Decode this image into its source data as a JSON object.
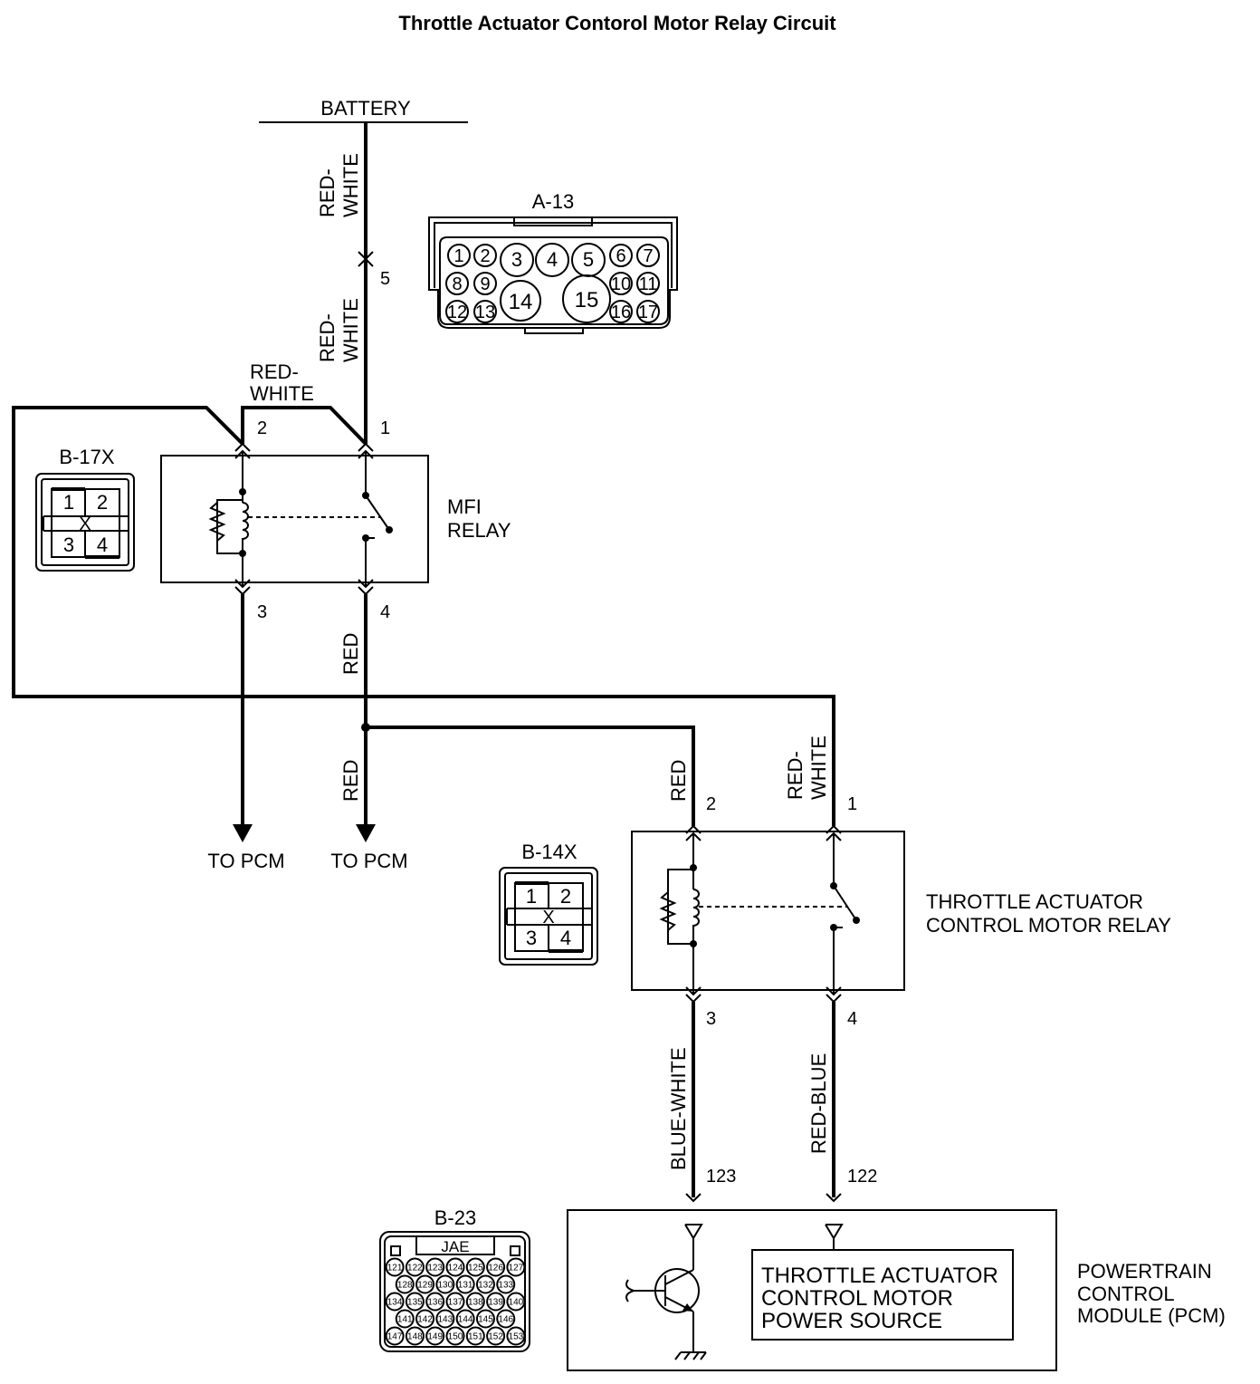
{
  "title": "Throttle Actuator Contorol Motor Relay Circuit",
  "battery_label": "BATTERY",
  "wire_colors": {
    "red_white": [
      "RED-",
      "WHITE"
    ],
    "red": "RED",
    "blue_white": "BLUE-WHITE",
    "red_blue": "RED-BLUE"
  },
  "connector_a13": {
    "label": "A-13",
    "pins": [
      "1",
      "2",
      "3",
      "4",
      "5",
      "6",
      "7",
      "8",
      "9",
      "10",
      "11",
      "12",
      "13",
      "14",
      "15",
      "16",
      "17"
    ]
  },
  "battery_pin": "5",
  "mfi_relay": {
    "label": [
      "MFI",
      "RELAY"
    ],
    "pins": [
      "1",
      "2",
      "3",
      "4"
    ]
  },
  "connector_b17x": {
    "label": "B-17X",
    "pins": [
      "1",
      "2",
      "3",
      "4"
    ],
    "x": "X"
  },
  "to_pcm": [
    "TO PCM",
    "TO PCM"
  ],
  "connector_b14x": {
    "label": "B-14X",
    "pins": [
      "1",
      "2",
      "3",
      "4"
    ],
    "x": "X"
  },
  "tac_relay": {
    "label": [
      "THROTTLE ACTUATOR",
      "CONTROL MOTOR RELAY"
    ],
    "pins": [
      "1",
      "2",
      "3",
      "4"
    ]
  },
  "pcm_pins": [
    "123",
    "122"
  ],
  "connector_b23": {
    "label": "B-23",
    "maker": "JAE",
    "rows": [
      [
        "121",
        "122",
        "123",
        "124",
        "125",
        "126",
        "127"
      ],
      [
        "128",
        "129",
        "130",
        "131",
        "132",
        "133"
      ],
      [
        "134",
        "135",
        "136",
        "137",
        "138",
        "139",
        "140"
      ],
      [
        "141",
        "142",
        "143",
        "144",
        "145",
        "146"
      ],
      [
        "147",
        "148",
        "149",
        "150",
        "151",
        "152",
        "153"
      ]
    ]
  },
  "pcm": {
    "label": [
      "POWERTRAIN",
      "CONTROL",
      "MODULE (PCM)"
    ],
    "power_source": [
      "THROTTLE ACTUATOR",
      "CONTROL MOTOR",
      "POWER SOURCE"
    ]
  }
}
